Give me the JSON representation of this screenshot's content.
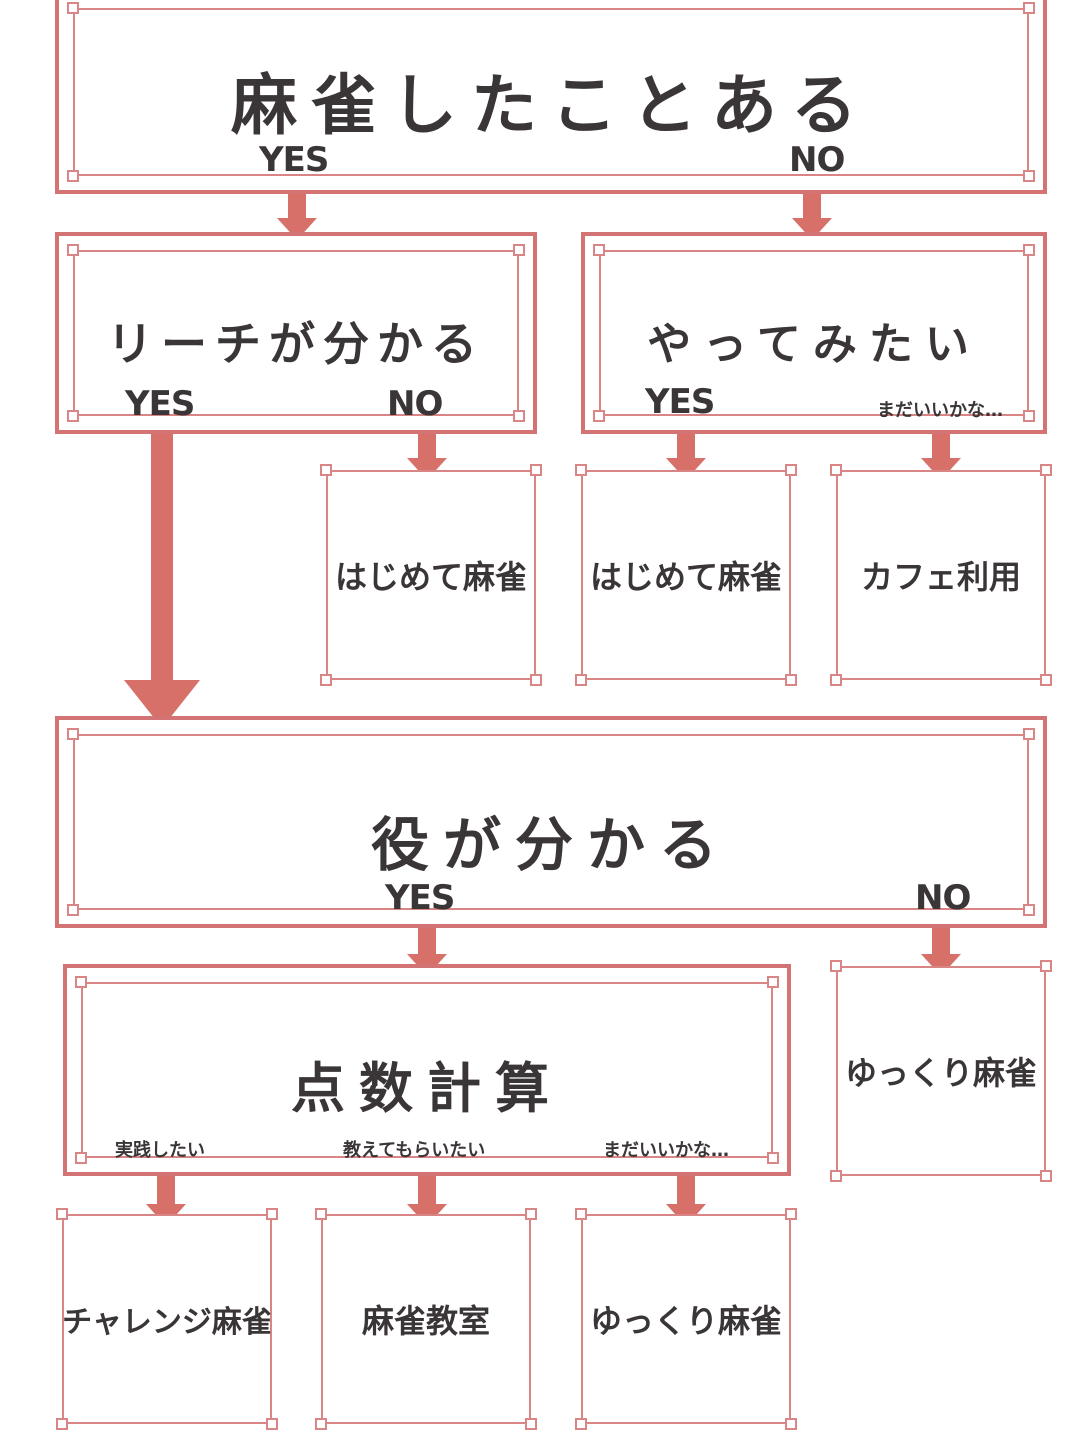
{
  "colors": {
    "accent": "#d8706a",
    "border": "#d47373",
    "text": "#3a3536"
  },
  "nodes": {
    "root": {
      "label": "麻雀したことある",
      "yes": "YES",
      "no": "NO"
    },
    "riichi": {
      "label": "リーチが分かる",
      "yes": "YES",
      "no": "NO"
    },
    "try": {
      "label": "やってみたい",
      "yes": "YES",
      "no": "まだいいかな…"
    },
    "leaf_first1": {
      "label": "はじめて麻雀"
    },
    "leaf_first2": {
      "label": "はじめて麻雀"
    },
    "leaf_cafe": {
      "label": "カフェ利用"
    },
    "yaku": {
      "label": "役が分かる",
      "yes": "YES",
      "no": "NO"
    },
    "score": {
      "label": "点数計算",
      "opt1": "実践したい",
      "opt2": "教えてもらいたい",
      "opt3": "まだいいかな…"
    },
    "leaf_slow1": {
      "label": "ゆっくり麻雀"
    },
    "leaf_challenge": {
      "label": "チャレンジ麻雀"
    },
    "leaf_class": {
      "label": "麻雀教室"
    },
    "leaf_slow2": {
      "label": "ゆっくり麻雀"
    }
  }
}
